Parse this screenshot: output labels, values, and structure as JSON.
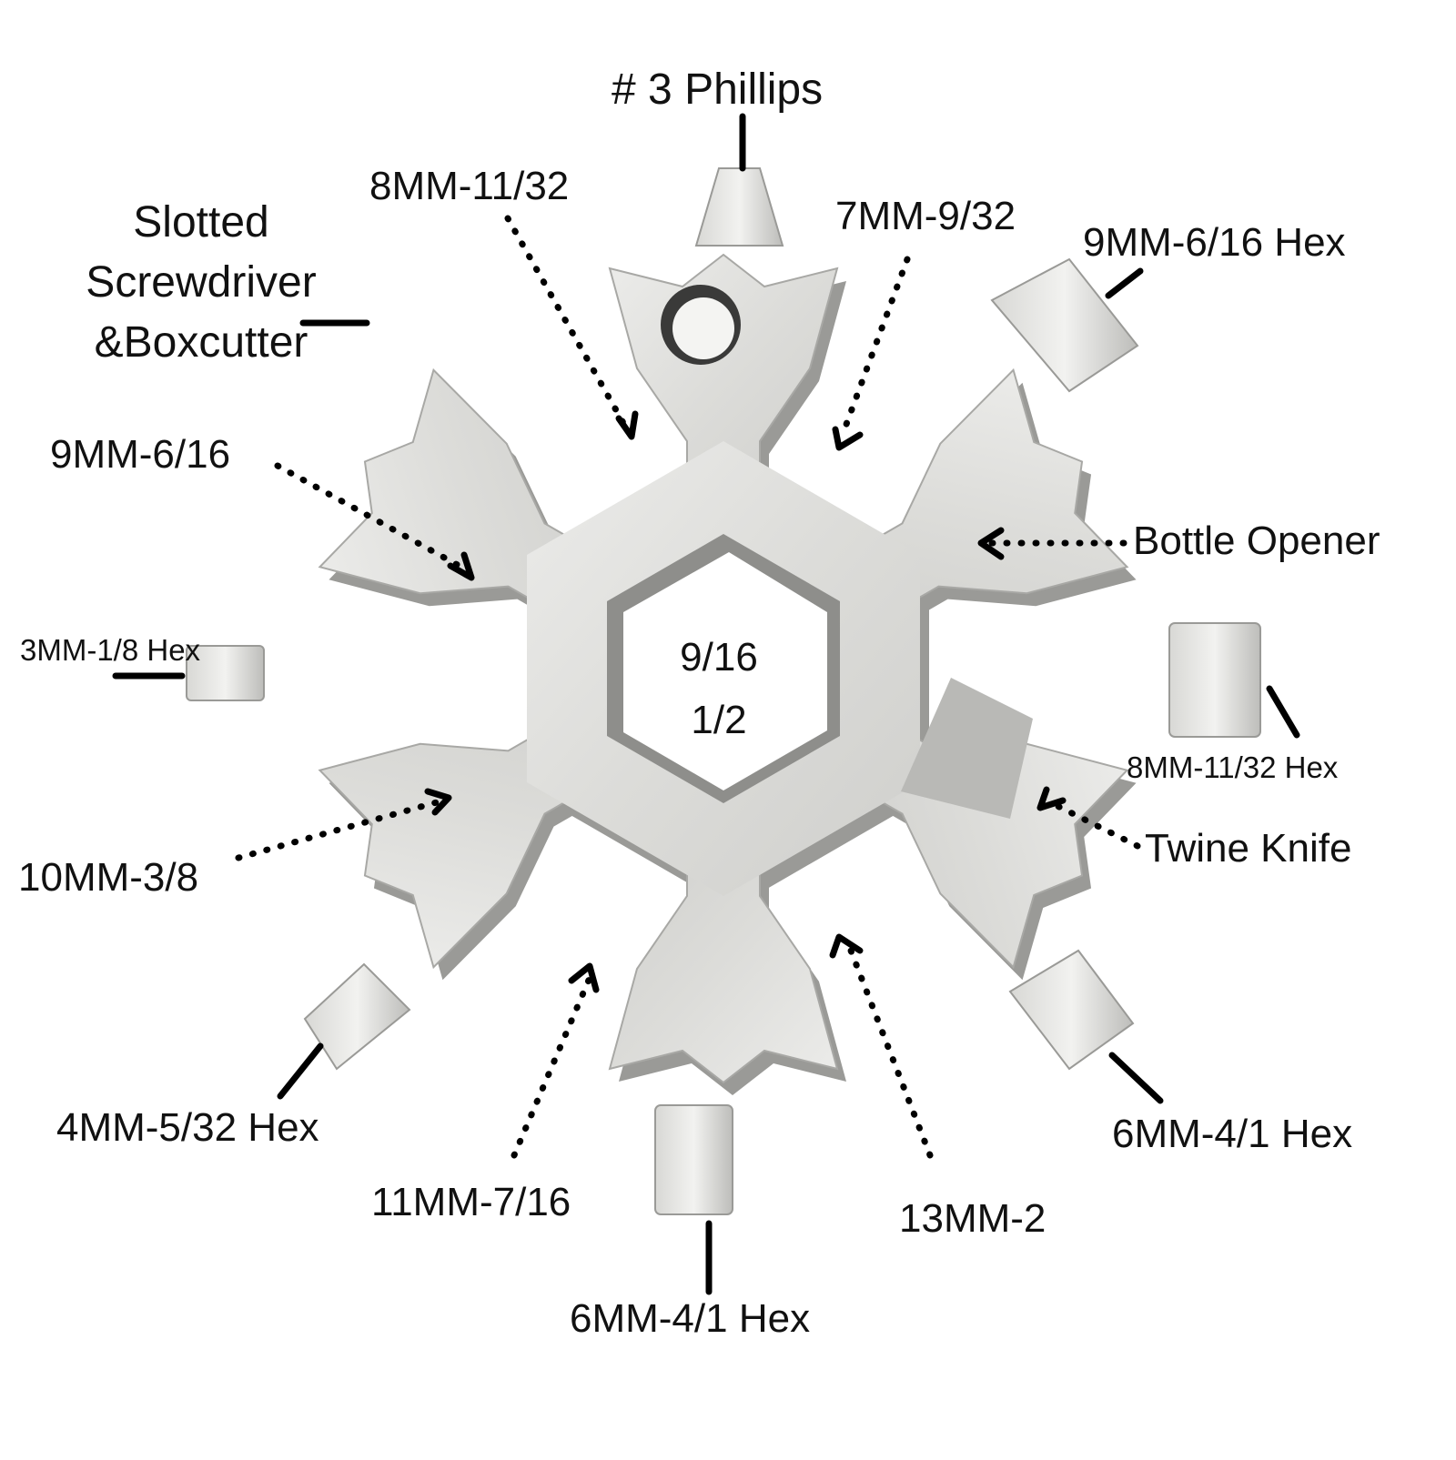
{
  "diagram": {
    "center_labels": [
      "9/16",
      "1/2"
    ],
    "labels": {
      "phillips": "# 3 Phillips",
      "slotted_line1": "Slotted",
      "slotted_line2": "Screwdriver",
      "slotted_line3": "&Boxcutter",
      "mm8_1132": "8MM-11/32",
      "mm7_932": "7MM-9/32",
      "mm9_616_hex": "9MM-6/16 Hex",
      "mm9_616": "9MM-6/16",
      "bottle_opener": "Bottle Opener",
      "mm3_18_hex": "3MM-1/8 Hex",
      "mm8_1132_hex": "8MM-11/32 Hex",
      "mm10_38": "10MM-3/8",
      "twine_knife": "Twine Knife",
      "mm4_532_hex": "4MM-5/32 Hex",
      "mm11_716": "11MM-7/16",
      "mm13_2": "13MM-2",
      "mm6_41_hex_right": "6MM-4/1 Hex",
      "mm6_41_hex_bottom": "6MM-4/1 Hex"
    },
    "colors": {
      "steel_light": "#e2e2e0",
      "steel_mid": "#c9c9c6",
      "steel_dark": "#8f8f8c",
      "line": "#000000"
    }
  }
}
